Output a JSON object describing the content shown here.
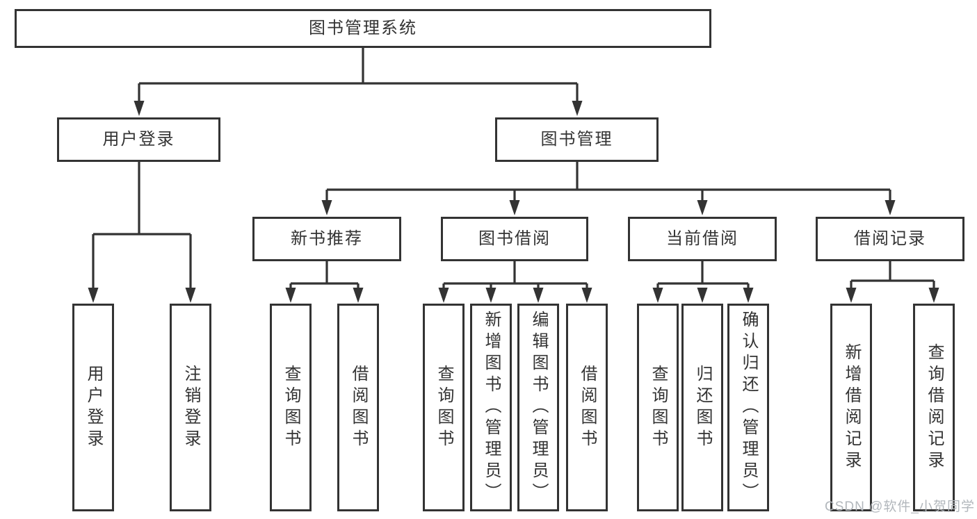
{
  "style": {
    "background": "#ffffff",
    "line_color": "#333333",
    "node_fill": "#ffffff",
    "text_color": "#333333",
    "watermark_color": "#b2b7bc"
  },
  "tree": {
    "root": {
      "label": "图书管理系统"
    },
    "branches": [
      {
        "label": "用户登录",
        "children": [
          {
            "label": "用户登录"
          },
          {
            "label": "注销登录"
          }
        ]
      },
      {
        "label": "图书管理",
        "children": [
          {
            "label": "新书推荐",
            "children": [
              {
                "label": "查询图书"
              },
              {
                "label": "借阅图书"
              }
            ]
          },
          {
            "label": "图书借阅",
            "children": [
              {
                "label": "查询图书"
              },
              {
                "label": "新增图书（管理员）"
              },
              {
                "label": "编辑图书（管理员）"
              },
              {
                "label": "借阅图书"
              }
            ]
          },
          {
            "label": "当前借阅",
            "children": [
              {
                "label": "查询图书"
              },
              {
                "label": "归还图书"
              },
              {
                "label": "确认归还（管理员）"
              }
            ]
          },
          {
            "label": "借阅记录",
            "children": [
              {
                "label": "新增借阅记录"
              },
              {
                "label": "查询借阅记录"
              }
            ]
          }
        ]
      }
    ]
  },
  "watermark": {
    "text": "CSDN @软件_小贺同学"
  }
}
